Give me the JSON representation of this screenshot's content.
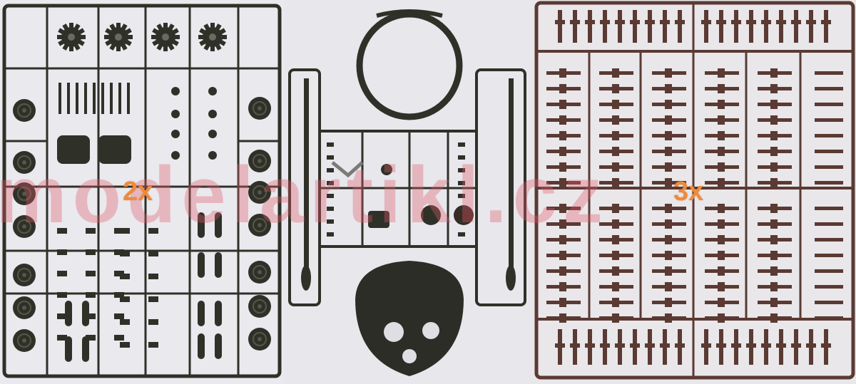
{
  "overlay": {
    "quantity_left": "2x",
    "quantity_right": "3x",
    "quantity_color": "#f08a3a"
  },
  "watermark": {
    "text": "modelartikl.cz",
    "color": "#e25a6a"
  },
  "colors": {
    "sprue_dark_green": "#2f3128",
    "sprue_brown": "#5a3a33",
    "background": "#ececf0"
  }
}
